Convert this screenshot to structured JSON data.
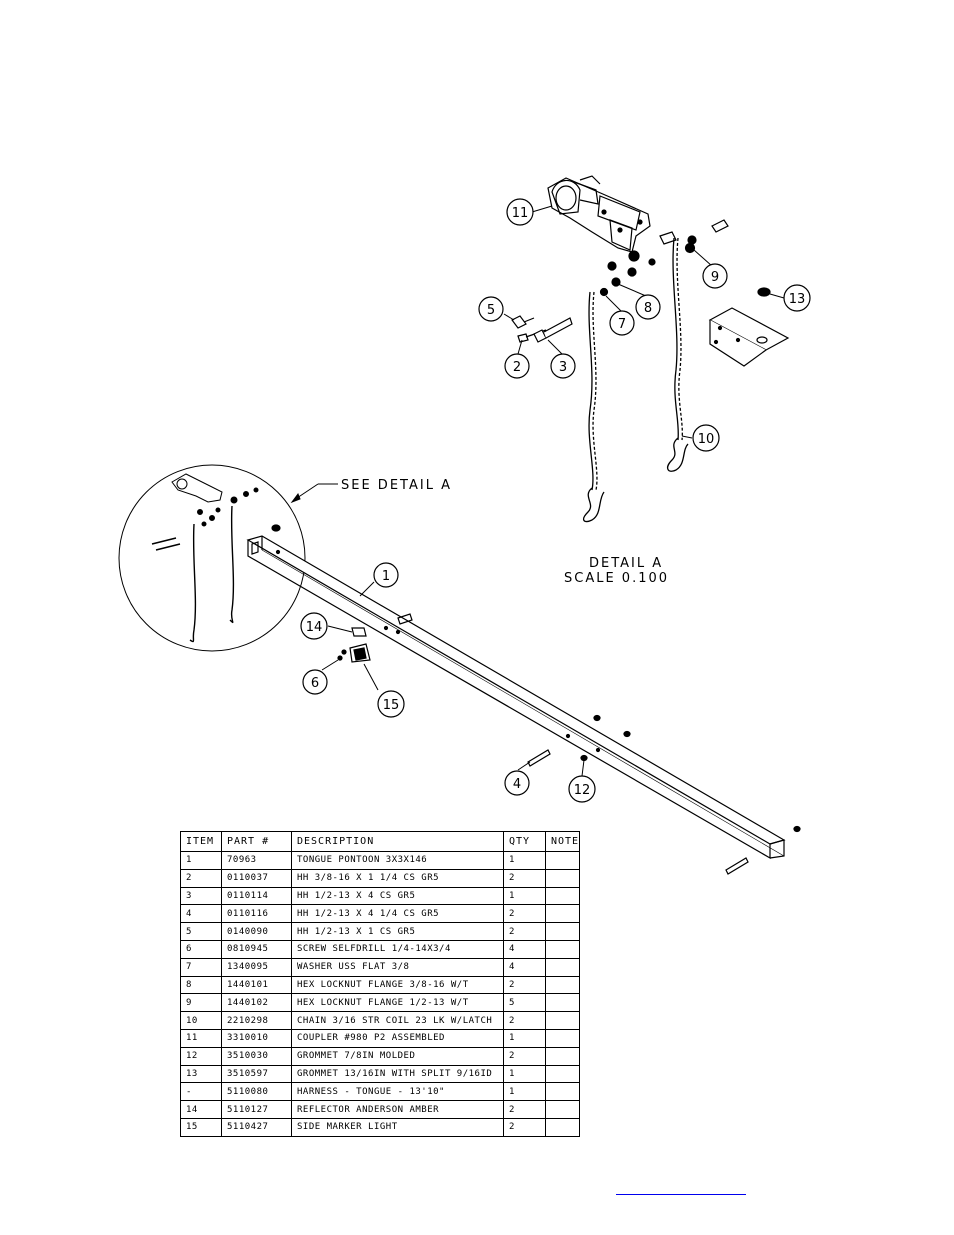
{
  "detail": {
    "see_detail_label": "SEE DETAIL A",
    "detail_title": "DETAIL A",
    "detail_scale": "SCALE 0.100"
  },
  "callouts": [
    "1",
    "2",
    "3",
    "4",
    "5",
    "6",
    "7",
    "8",
    "9",
    "10",
    "11",
    "12",
    "13",
    "14",
    "15"
  ],
  "table": {
    "headers": [
      "ITEM",
      "PART #",
      "DESCRIPTION",
      "QTY",
      "NOTE"
    ],
    "rows": [
      {
        "item": "1",
        "part": "70963",
        "desc": "TONGUE PONTOON 3X3X146",
        "qty": "1",
        "note": ""
      },
      {
        "item": "2",
        "part": "0110037",
        "desc": "HH 3/8-16 X 1 1/4 CS GR5",
        "qty": "2",
        "note": ""
      },
      {
        "item": "3",
        "part": "0110114",
        "desc": "HH 1/2-13 X 4 CS GR5",
        "qty": "1",
        "note": ""
      },
      {
        "item": "4",
        "part": "0110116",
        "desc": "HH 1/2-13 X 4 1/4 CS GR5",
        "qty": "2",
        "note": ""
      },
      {
        "item": "5",
        "part": "0140090",
        "desc": "HH 1/2-13 X 1 CS GR5",
        "qty": "2",
        "note": ""
      },
      {
        "item": "6",
        "part": "0810945",
        "desc": "SCREW SELFDRILL 1/4-14X3/4",
        "qty": "4",
        "note": ""
      },
      {
        "item": "7",
        "part": "1340095",
        "desc": "WASHER USS FLAT 3/8",
        "qty": "4",
        "note": ""
      },
      {
        "item": "8",
        "part": "1440101",
        "desc": "HEX LOCKNUT FLANGE 3/8-16 W/T",
        "qty": "2",
        "note": ""
      },
      {
        "item": "9",
        "part": "1440102",
        "desc": "HEX LOCKNUT FLANGE 1/2-13 W/T",
        "qty": "5",
        "note": ""
      },
      {
        "item": "10",
        "part": "2210298",
        "desc": "CHAIN 3/16 STR COIL 23 LK W/LATCH",
        "qty": "2",
        "note": ""
      },
      {
        "item": "11",
        "part": "3310010",
        "desc": "COUPLER #980 P2 ASSEMBLED",
        "qty": "1",
        "note": ""
      },
      {
        "item": "12",
        "part": "3510030",
        "desc": "GROMMET 7/8IN MOLDED",
        "qty": "2",
        "note": ""
      },
      {
        "item": "13",
        "part": "3510597",
        "desc": "GROMMET 13/16IN WITH SPLIT 9/16ID",
        "qty": "1",
        "note": ""
      },
      {
        "item": "-",
        "part": "5110080",
        "desc": "HARNESS - TONGUE - 13'10\"",
        "qty": "1",
        "note": ""
      },
      {
        "item": "14",
        "part": "5110127",
        "desc": "REFLECTOR ANDERSON AMBER",
        "qty": "2",
        "note": ""
      },
      {
        "item": "15",
        "part": "5110427",
        "desc": "SIDE MARKER LIGHT",
        "qty": "2",
        "note": ""
      }
    ]
  }
}
